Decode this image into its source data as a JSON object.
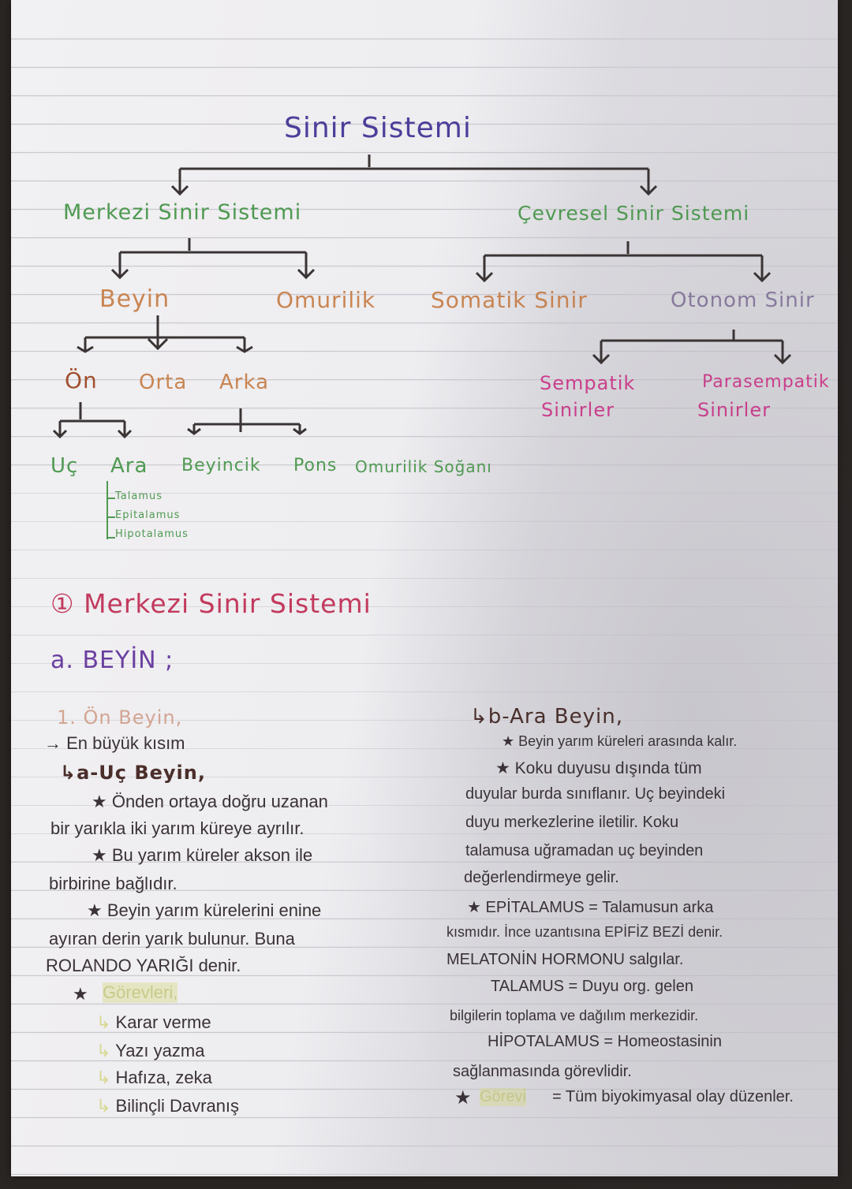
{
  "colors": {
    "title": "#4b3f9a",
    "green": "#4f9a52",
    "orange": "#c98552",
    "purple": "#8a7c9f",
    "magenta": "#cf3f8f",
    "heading": "#c23a5e",
    "ink": "#3a3236"
  },
  "tree": {
    "root": "Sinir Sistemi",
    "left": "Merkezi Sinir Sistemi",
    "right": "Çevresel Sinir Sistemi",
    "beyin": "Beyin",
    "omurilik": "Omurilik",
    "somatik": "Somatik Sinir",
    "otonom": "Otonom Sinir",
    "on": "Ön",
    "orta": "Orta",
    "arka": "Arka",
    "sempatik": [
      "Sempatik",
      "Sinirler"
    ],
    "parasempatik": [
      "Parasempatik",
      "Sinirler"
    ],
    "leaves": [
      "Uç",
      "Ara",
      "Beyincik",
      "Pons",
      "Omurilik Soğanı"
    ],
    "ara_sub": [
      "Talamus",
      "Epitalamus",
      "Hipotalamus"
    ]
  },
  "section": {
    "title": "① Merkezi Sinir Sistemi",
    "sub": "a. BEYİN ;"
  },
  "left_col": {
    "heading": "1. Ön Beyin,",
    "note": "→ En büyük kısım",
    "sub": "↳a-Uç Beyin,",
    "lines": [
      "★ Önden ortaya doğru uzanan",
      "bir yarıkla iki yarım küreye ayrılır.",
      "★ Bu yarım küreler akson ile",
      "birbirine bağlıdır.",
      "★ Beyin yarım kürelerini enine",
      "ayıran derin yarık bulunur. Buna",
      "ROLANDO YARIĞI denir."
    ],
    "duties_label": "Görevleri,",
    "duties": [
      "Karar verme",
      "Yazı yazma",
      "Hafıza, zeka",
      "Bilinçli Davranış"
    ]
  },
  "right_col": {
    "sub": "↳b-Ara Beyin,",
    "lines": [
      "★ Beyin yarım küreleri arasında kalır.",
      "★ Koku duyusu dışında tüm",
      "duyular burda sınıflanır. Uç beyindeki",
      "duyu merkezlerine iletilir. Koku",
      "talamusa uğramadan uç beyinden",
      "değerlendirmeye gelir.",
      "★ EPİTALAMUS = Talamusun arka",
      "kısmıdır. İnce uzantısına EPİFİZ BEZİ denir.",
      "MELATONİN HORMONU salgılar.",
      "TALAMUS = Duyu org. gelen",
      "bilgilerin toplama ve dağılım merkezidir.",
      "HİPOTALAMUS = Homeostasinin",
      "sağlanmasında görevlidir."
    ],
    "duty_label": "Görevi",
    "duty_text": "= Tüm biyokimyasal olay düzenler."
  }
}
